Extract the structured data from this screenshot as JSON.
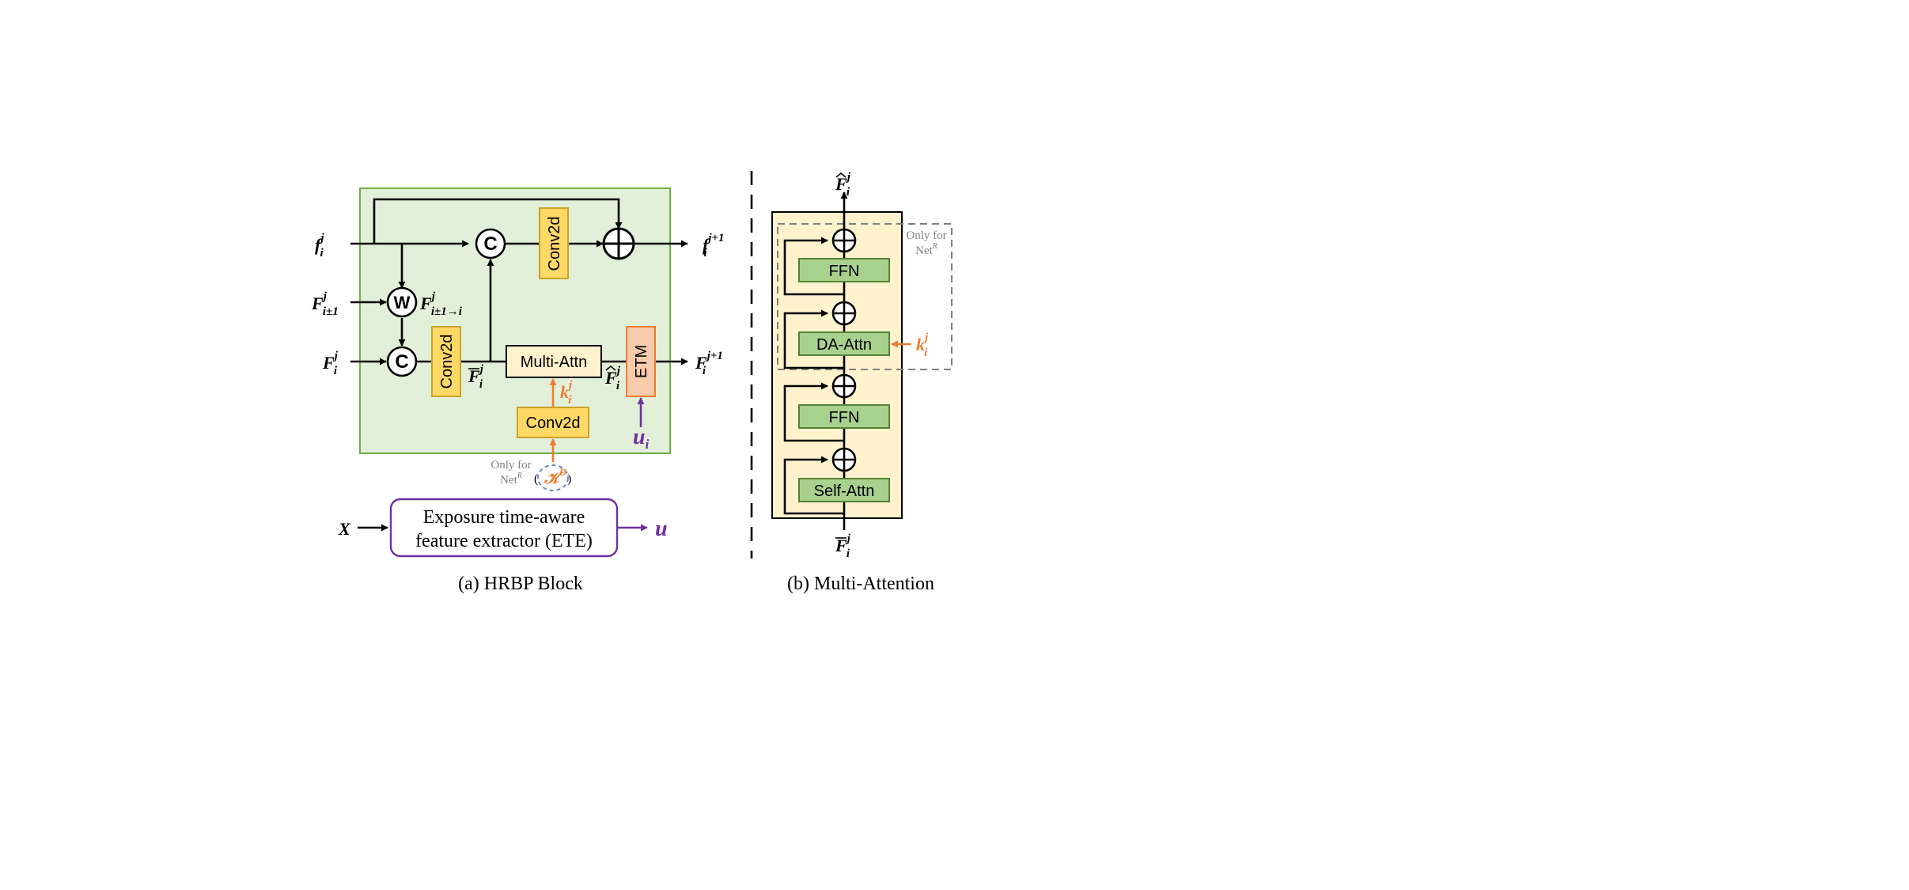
{
  "panel_a": {
    "caption": "(a) HRBP Block",
    "conv2d_top": "Conv2d",
    "conv2d_left": "Conv2d",
    "conv2d_bottom": "Conv2d",
    "multi_attn": "Multi-Attn",
    "etm": "ETM",
    "concat_symbol": "C",
    "warp_symbol": "W",
    "only_for_line1": "Only for",
    "only_for_line2": "Net",
    "only_for_sup": "R",
    "kernel_symbol": "𝒦",
    "kernel_sup": "D",
    "ete_line1": "Exposure time-aware",
    "ete_line2": "feature extractor (ETE)",
    "input_x": "X",
    "output_u": "u",
    "labels": {
      "f_in": {
        "base": "f",
        "sub": "i",
        "sup": "j"
      },
      "f_out": {
        "base": "f",
        "sub": "i",
        "sup": "j+1"
      },
      "F_pm": {
        "base": "F",
        "sub": "i±1",
        "sup": "j"
      },
      "F_warp": {
        "base": "F",
        "sub": "i±1→i",
        "sup": "j"
      },
      "F_in": {
        "base": "F",
        "sub": "i",
        "sup": "j"
      },
      "F_out": {
        "base": "F",
        "sub": "i",
        "sup": "j+1"
      },
      "F_bar": {
        "base": "F",
        "sub": "i",
        "sup": "j"
      },
      "F_hat": {
        "base": "F",
        "sub": "i",
        "sup": "j"
      },
      "k": {
        "base": "k",
        "sub": "i",
        "sup": "j"
      },
      "u_i": {
        "base": "u",
        "sub": "i",
        "sup": ""
      }
    }
  },
  "panel_b": {
    "caption": "(b) Multi-Attention",
    "ffn_top": "FFN",
    "da_attn": "DA-Attn",
    "ffn_bottom": "FFN",
    "self_attn": "Self-Attn",
    "only_for_line1": "Only for",
    "only_for_line2": "Net",
    "only_for_sup": "R",
    "labels": {
      "out": {
        "base": "F",
        "sub": "i",
        "sup": "j"
      },
      "in": {
        "base": "F",
        "sub": "i",
        "sup": "j"
      },
      "k": {
        "base": "k",
        "sub": "i",
        "sup": "j"
      }
    }
  },
  "colors": {
    "hrbp_bg": "#e2efd9",
    "hrbp_border": "#70ad47",
    "conv_fill": "#ffd966",
    "conv_border": "#c9a227",
    "etm_fill": "#f8cbad",
    "etm_border": "#ed7d31",
    "attn_fill": "#fff2cc",
    "green_block": "#a9d18e",
    "green_border": "#548235",
    "multiattn_bg": "#fff2cc",
    "orange": "#ed7d31",
    "purple": "#7030a0",
    "gray_dash": "#808080"
  }
}
